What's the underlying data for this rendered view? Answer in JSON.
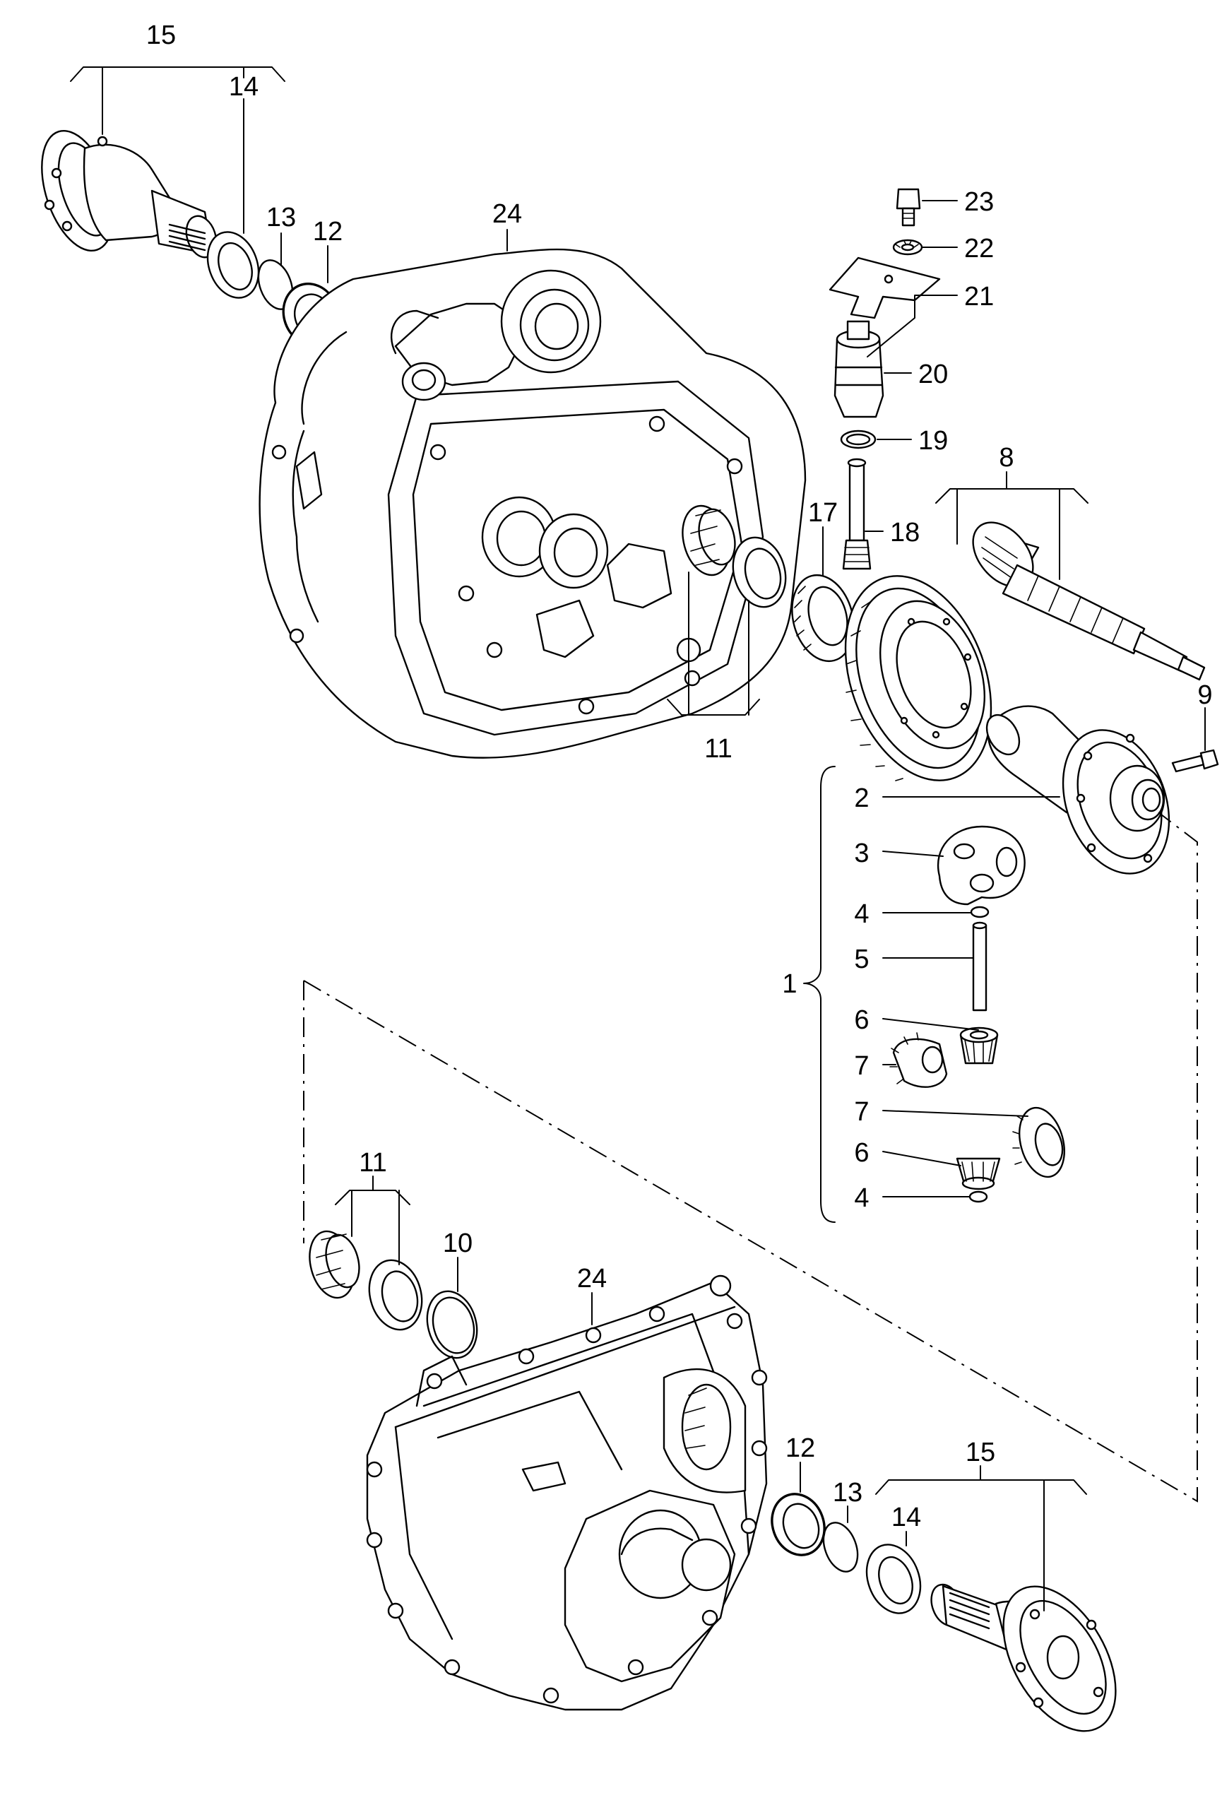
{
  "callouts": {
    "c1": "1",
    "c2": "2",
    "c3": "3",
    "c4a": "4",
    "c4b": "4",
    "c5": "5",
    "c6a": "6",
    "c6b": "6",
    "c7a": "7",
    "c7b": "7",
    "c8": "8",
    "c9": "9",
    "c10": "10",
    "c11a": "11",
    "c11b": "11",
    "c12a": "12",
    "c12b": "12",
    "c13a": "13",
    "c13b": "13",
    "c14a": "14",
    "c14b": "14",
    "c15a": "15",
    "c15b": "15",
    "c17": "17",
    "c18": "18",
    "c19": "19",
    "c20": "20",
    "c21": "21",
    "c22": "22",
    "c23": "23",
    "c24a": "24",
    "c24b": "24"
  }
}
